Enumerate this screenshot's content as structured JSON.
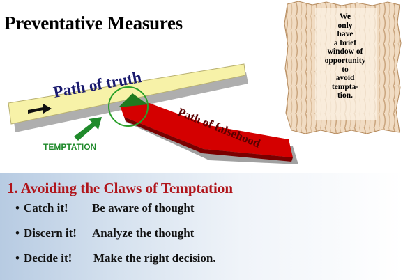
{
  "title": "Preventative Measures",
  "diagram": {
    "path_truth": "Path of truth",
    "path_falsehood": "Path of falsehood",
    "temptation": "TEMPTATION"
  },
  "note": [
    "We",
    "only",
    "have",
    "a brief",
    "window of",
    "opportunity",
    "to",
    "avoid",
    "tempta-",
    "tion."
  ],
  "section": {
    "heading": "1. Avoiding the Claws of Temptation",
    "bullets": [
      {
        "verb": "Catch it!",
        "desc": "Be aware of thought"
      },
      {
        "verb": "Discern it!",
        "desc": "Analyze the thought"
      },
      {
        "verb": "Decide it!",
        "desc": "Make the right decision."
      }
    ]
  },
  "colors": {
    "truth_path": "#f7f2a8",
    "falsehood_path": "#d40000",
    "temptation_text": "#1f8a2b",
    "truth_text": "#1a1a6e",
    "heading": "#b0141a"
  }
}
